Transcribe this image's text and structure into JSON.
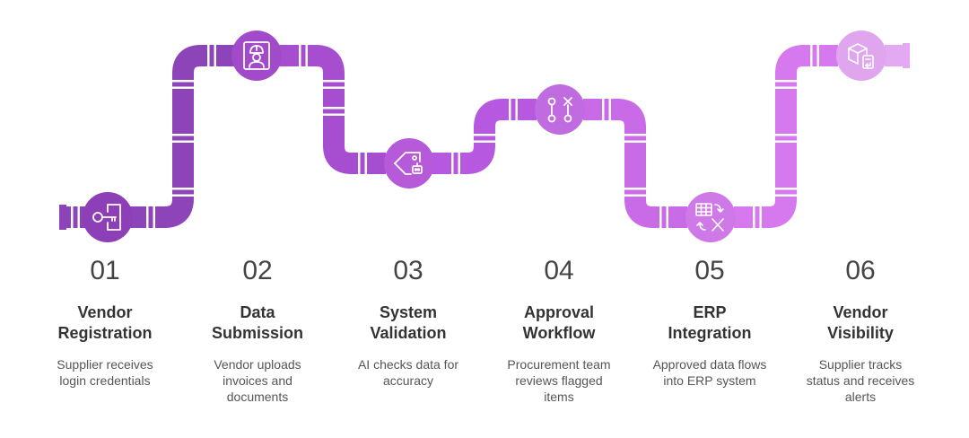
{
  "colors": {
    "seg1": "#8d44b8",
    "seg2": "#a74ed0",
    "seg3": "#b659e0",
    "seg4": "#c96ae6",
    "seg5": "#d679ef",
    "seg6": "#e3a9f3",
    "node1": "#8c3fb6",
    "node2": "#a14bca",
    "node3": "#b65ad9",
    "node4": "#c06be0",
    "node5": "#cf78e7",
    "node6": "#dfa6ef"
  },
  "steps": [
    {
      "number": "01",
      "title_line1": "Vendor",
      "title_line2": "Registration",
      "desc": [
        "Supplier receives",
        "login credentials"
      ],
      "icon": "key-door-icon"
    },
    {
      "number": "02",
      "title_line1": "Data",
      "title_line2": "Submission",
      "desc": [
        "Vendor uploads",
        "invoices and",
        "documents"
      ],
      "icon": "worker-id-icon"
    },
    {
      "number": "03",
      "title_line1": "System",
      "title_line2": "Validation",
      "desc": [
        "AI checks data for",
        "accuracy"
      ],
      "icon": "price-tag-robot-icon"
    },
    {
      "number": "04",
      "title_line1": "Approval",
      "title_line2": "Workflow",
      "desc": [
        "Procurement team",
        "reviews flagged",
        "items"
      ],
      "icon": "workflow-nodes-icon"
    },
    {
      "number": "05",
      "title_line1": "ERP",
      "title_line2": "Integration",
      "desc": [
        "Approved data flows",
        "into ERP system"
      ],
      "icon": "spreadsheet-sync-icon"
    },
    {
      "number": "06",
      "title_line1": "Vendor",
      "title_line2": "Visibility",
      "desc": [
        "Supplier tracks",
        "status and receives",
        "alerts"
      ],
      "icon": "package-tracking-icon"
    }
  ]
}
